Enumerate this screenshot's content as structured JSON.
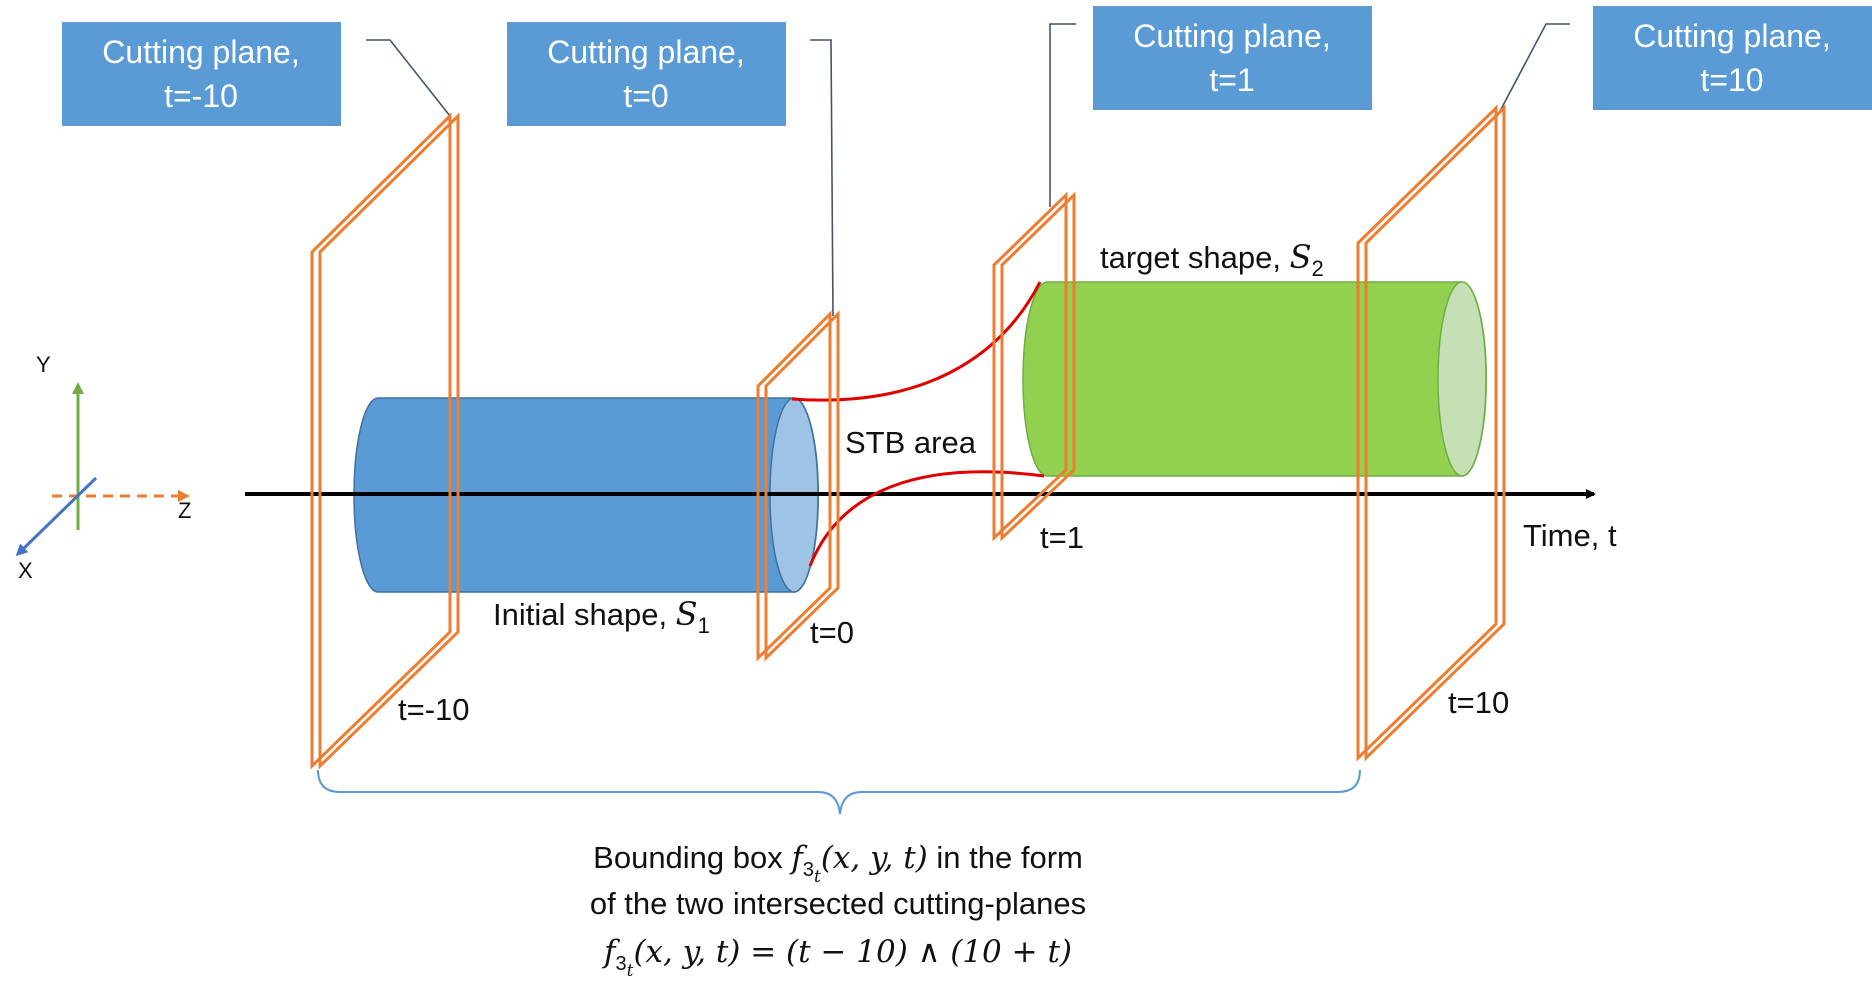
{
  "cutting_planes": [
    {
      "id": "t-10",
      "box_line1": "Cutting plane,",
      "box_line2": "t=-10",
      "plane_label": "t=-10"
    },
    {
      "id": "t0",
      "box_line1": "Cutting plane,",
      "box_line2": "t=0",
      "plane_label": "t=0"
    },
    {
      "id": "t1",
      "box_line1": "Cutting plane,",
      "box_line2": "t=1",
      "plane_label": "t=1"
    },
    {
      "id": "t10",
      "box_line1": "Cutting plane,",
      "box_line2": "t=10",
      "plane_label": "t=10"
    }
  ],
  "shapes": {
    "initial_label": "Initial shape, ",
    "initial_symbol": "S",
    "initial_sub": "1",
    "target_label": "target shape, ",
    "target_symbol": "S",
    "target_sub": "2",
    "stb_label": "STB area"
  },
  "axes": {
    "y": "Y",
    "z": "Z",
    "x": "X",
    "time": "Time, t"
  },
  "caption": {
    "line1_pre": "Bounding box ",
    "line1_func": "f",
    "line1_sub": "3",
    "line1_subsub": "t",
    "line1_args": "(x, y, t)",
    "line1_post": " in the form",
    "line2": "of the two intersected cutting-planes",
    "line3_func": "f",
    "line3_sub": "3",
    "line3_subsub": "t",
    "line3_rest": "(x, y, t) = (t − 10) ∧ (10 + t)"
  },
  "colors": {
    "box_fill": "#5b9bd5",
    "plane_stroke": "#ed7d31",
    "initial_shape": "#5b9bd5",
    "target_shape": "#92d050",
    "stb_curve": "#e00000",
    "leader": "#44546a",
    "brace": "#5b9bd5",
    "y_axis": "#70ad47",
    "x_axis": "#4472c4",
    "z_axis": "#ed7d31"
  }
}
